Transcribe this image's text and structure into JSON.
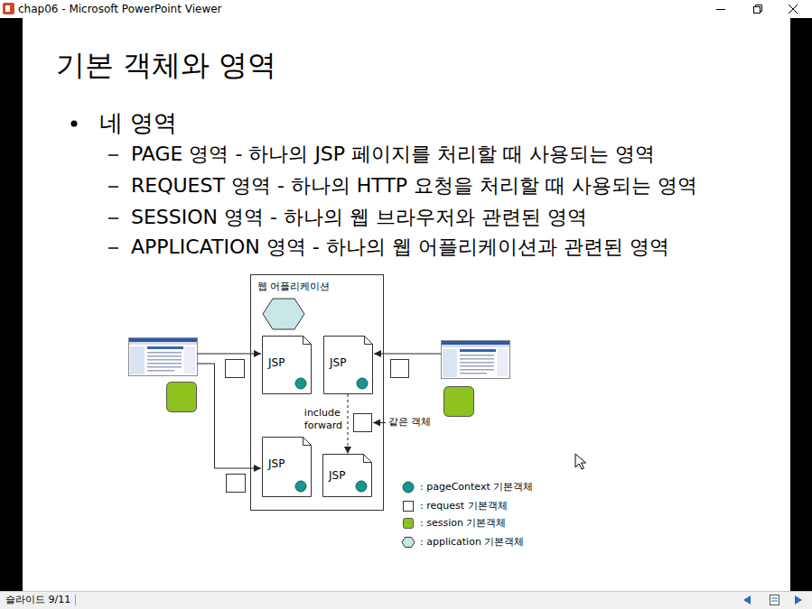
{
  "diagram": {
    "title": "기본 객체와 영역",
    "nodes": [
      {
        "text": [
          "웹 어플리케이션"
        ]
      },
      {
        "text": [
          "JSP"
        ],
        "in": 0
      },
      {
        "text": [
          "JSP"
        ],
        "in": 0
      },
      {
        "text": [
          "JSP"
        ],
        "in": 0
      },
      {
        "text": [
          "JSP"
        ],
        "in": 0
      }
    ],
    "edges": [
      {
        "from": 2,
        "to": 4,
        "label": "include forward",
        "arrow": "to"
      }
    ],
    "labels": [
      "chap06 - Microsoft PowerPoint Viewer",
      "네 영역",
      "PAGE 영역 - 하나의 JSP 페이지를 처리할 때 사용되는 영역",
      "REQUEST 영역 - 하나의 HTTP 요청을 처리할 때 사용되는 영역",
      "SESSION 영역 - 하나의 웹 브라우저와 관련된 영역",
      "APPLICATION 영역 - 하나의 웹 어플리케이션과 관련된 영역",
      "같은 객체",
      "슬라이드 9/11"
    ],
    "legend": [
      {
        "text": ": pageContext 기본객체",
        "color": "#1a9490"
      },
      {
        "text": ": request 기본객체",
        "color": "#ffffff"
      },
      {
        "text": ": session 기본객체",
        "color": "#8dc21f"
      },
      {
        "text": ": application 기본객체",
        "color": "#c8e6e6"
      }
    ]
  }
}
